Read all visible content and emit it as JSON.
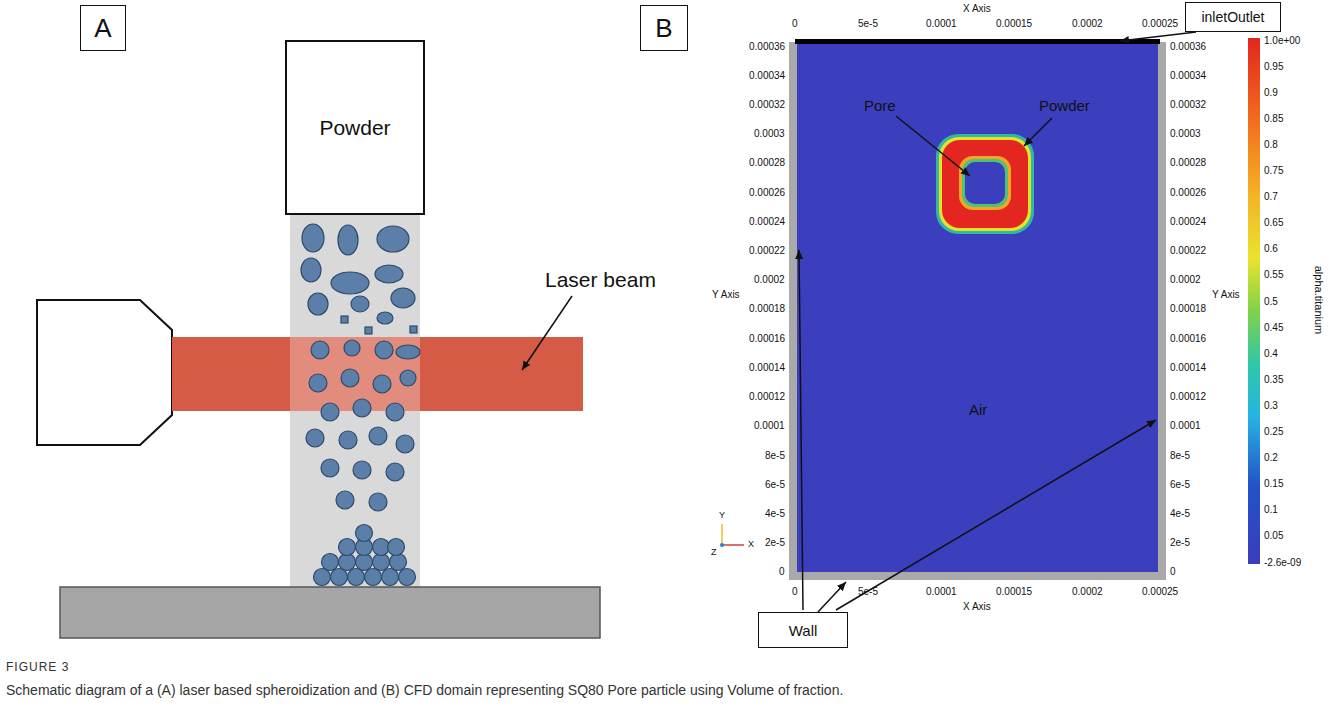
{
  "diagram": {
    "title": "FIGURE 3",
    "caption": "Schematic diagram of a (A) laser based spheroidization and (B) CFD domain representing SQ80 Pore particle using Volume of fraction.",
    "nodes": [
      {
        "text": [
          "A"
        ]
      },
      {
        "text": [
          "Powder"
        ]
      },
      {
        "text": [
          "B"
        ]
      },
      {
        "text": [
          "inletOutlet"
        ]
      },
      {
        "text": [
          "Wall"
        ]
      }
    ],
    "labels": [
      "Laser beam",
      "Pore",
      "Powder",
      "Air",
      "X Axis",
      "0",
      "5e-5",
      "0.0001",
      "0.00015",
      "0.0002",
      "0.00025",
      "X Axis",
      "0",
      "5e-5",
      "0.0001",
      "0.00015",
      "0.0002",
      "0.00025",
      "0.00036",
      "0.00034",
      "0.00032",
      "0.0003",
      "0.00028",
      "0.00026",
      "0.00024",
      "0.00022",
      "0.0002",
      "0.00018",
      "0.00016",
      "0.00014",
      "0.00012",
      "0.0001",
      "8e-5",
      "6e-5",
      "4e-5",
      "2e-5",
      "0",
      "0.00036",
      "0.00034",
      "0.00032",
      "0.0003",
      "0.00028",
      "0.00026",
      "0.00024",
      "0.00022",
      "0.0002",
      "0.00018",
      "0.00016",
      "0.00014",
      "0.00012",
      "0.0001",
      "8e-5",
      "6e-5",
      "4e-5",
      "2e-5",
      "0",
      "Y Axis",
      "Y Axis",
      "1.0e+00",
      "0.95",
      "0.9",
      "0.85",
      "0.8",
      "0.75",
      "0.7",
      "0.65",
      "0.6",
      "0.55",
      "0.5",
      "0.45",
      "0.4",
      "0.35",
      "0.3",
      "0.25",
      "0.2",
      "0.15",
      "0.1",
      "0.05",
      "-2.6e-09",
      "alpha.titanium",
      "Y",
      "X",
      "Z"
    ]
  }
}
